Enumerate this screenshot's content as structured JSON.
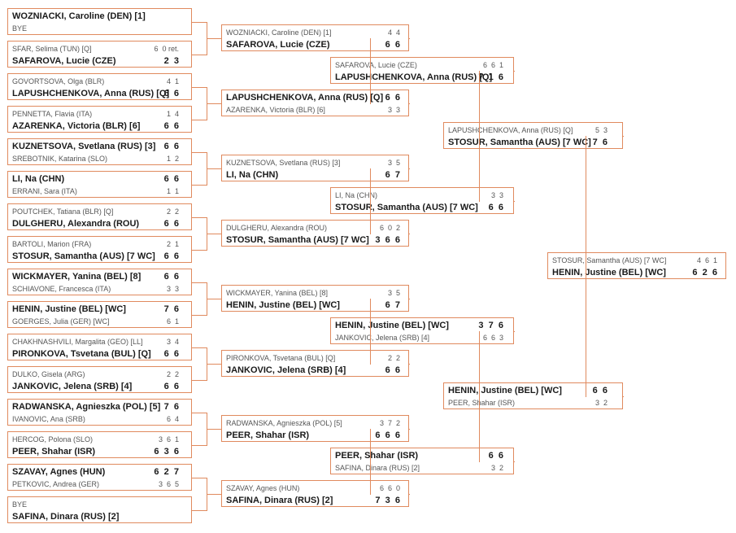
{
  "rounds": [
    {
      "matches": [
        {
          "players": [
            {
              "name": "WOZNIACKI, Caroline (DEN) [1]",
              "score": "",
              "winner": true
            },
            {
              "name": "BYE",
              "score": "",
              "winner": false
            }
          ]
        },
        {
          "players": [
            {
              "name": "SFAR, Selima (TUN) [Q]",
              "score": "6  0 ret.",
              "winner": false
            },
            {
              "name": "SAFAROVA, Lucie (CZE)",
              "score": "2  3",
              "winner": true
            }
          ]
        },
        {
          "players": [
            {
              "name": "GOVORTSOVA, Olga (BLR)",
              "score": "4  1",
              "winner": false
            },
            {
              "name": "LAPUSHCHENKOVA, Anna (RUS) [Q]",
              "score": "6  6",
              "winner": true
            }
          ]
        },
        {
          "players": [
            {
              "name": "PENNETTA, Flavia (ITA)",
              "score": "1  4",
              "winner": false
            },
            {
              "name": "AZARENKA, Victoria (BLR) [6]",
              "score": "6  6",
              "winner": true
            }
          ]
        },
        {
          "players": [
            {
              "name": "KUZNETSOVA, Svetlana (RUS) [3]",
              "score": "6  6",
              "winner": true
            },
            {
              "name": "SREBOTNIK, Katarina (SLO)",
              "score": "1  2",
              "winner": false
            }
          ]
        },
        {
          "players": [
            {
              "name": "LI, Na (CHN)",
              "score": "6  6",
              "winner": true
            },
            {
              "name": "ERRANI, Sara (ITA)",
              "score": "1  1",
              "winner": false
            }
          ]
        },
        {
          "players": [
            {
              "name": "POUTCHEK, Tatiana (BLR) [Q]",
              "score": "2  2",
              "winner": false
            },
            {
              "name": "DULGHERU, Alexandra (ROU)",
              "score": "6  6",
              "winner": true
            }
          ]
        },
        {
          "players": [
            {
              "name": "BARTOLI, Marion (FRA)",
              "score": "2  1",
              "winner": false
            },
            {
              "name": "STOSUR, Samantha (AUS) [7 WC]",
              "score": "6  6",
              "winner": true
            }
          ]
        },
        {
          "players": [
            {
              "name": "WICKMAYER, Yanina (BEL) [8]",
              "score": "6  6",
              "winner": true
            },
            {
              "name": "SCHIAVONE, Francesca (ITA)",
              "score": "3  3",
              "winner": false
            }
          ]
        },
        {
          "players": [
            {
              "name": "HENIN, Justine (BEL) [WC]",
              "score": "7  6",
              "winner": true
            },
            {
              "name": "GOERGES, Julia (GER) [WC]",
              "score": "6  1",
              "winner": false
            }
          ]
        },
        {
          "players": [
            {
              "name": "CHAKHNASHVILI, Margalita (GEO) [LL]",
              "score": "3  4",
              "winner": false
            },
            {
              "name": "PIRONKOVA, Tsvetana (BUL) [Q]",
              "score": "6  6",
              "winner": true
            }
          ]
        },
        {
          "players": [
            {
              "name": "DULKO, Gisela (ARG)",
              "score": "2  2",
              "winner": false
            },
            {
              "name": "JANKOVIC, Jelena (SRB) [4]",
              "score": "6  6",
              "winner": true
            }
          ]
        },
        {
          "players": [
            {
              "name": "RADWANSKA, Agnieszka (POL) [5]",
              "score": "7  6",
              "winner": true
            },
            {
              "name": "IVANOVIC, Ana (SRB)",
              "score": "6  4",
              "winner": false
            }
          ]
        },
        {
          "players": [
            {
              "name": "HERCOG, Polona (SLO)",
              "score": "3  6  1",
              "winner": false
            },
            {
              "name": "PEER, Shahar (ISR)",
              "score": "6  3  6",
              "winner": true
            }
          ]
        },
        {
          "players": [
            {
              "name": "SZAVAY, Agnes (HUN)",
              "score": "6  2  7",
              "winner": true
            },
            {
              "name": "PETKOVIC, Andrea (GER)",
              "score": "3  6  5",
              "winner": false
            }
          ]
        },
        {
          "players": [
            {
              "name": "BYE",
              "score": "",
              "winner": false
            },
            {
              "name": "SAFINA, Dinara (RUS) [2]",
              "score": "",
              "winner": true
            }
          ]
        }
      ]
    },
    {
      "matches": [
        {
          "players": [
            {
              "name": "WOZNIACKI, Caroline (DEN) [1]",
              "score": "4  4",
              "winner": false
            },
            {
              "name": "SAFAROVA, Lucie (CZE)",
              "score": "6  6",
              "winner": true
            }
          ]
        },
        {
          "players": [
            {
              "name": "LAPUSHCHENKOVA, Anna (RUS) [Q]",
              "score": "6  6",
              "winner": true
            },
            {
              "name": "AZARENKA, Victoria (BLR) [6]",
              "score": "3  3",
              "winner": false
            }
          ]
        },
        {
          "players": [
            {
              "name": "KUZNETSOVA, Svetlana (RUS) [3]",
              "score": "3  5",
              "winner": false
            },
            {
              "name": "LI, Na (CHN)",
              "score": "6  7",
              "winner": true
            }
          ]
        },
        {
          "players": [
            {
              "name": "DULGHERU, Alexandra (ROU)",
              "score": "6  0  2",
              "winner": false
            },
            {
              "name": "STOSUR, Samantha (AUS) [7 WC]",
              "score": "3  6  6",
              "winner": true
            }
          ]
        },
        {
          "players": [
            {
              "name": "WICKMAYER, Yanina (BEL) [8]",
              "score": "3  5",
              "winner": false
            },
            {
              "name": "HENIN, Justine (BEL) [WC]",
              "score": "6  7",
              "winner": true
            }
          ]
        },
        {
          "players": [
            {
              "name": "PIRONKOVA, Tsvetana (BUL) [Q]",
              "score": "2  2",
              "winner": false
            },
            {
              "name": "JANKOVIC, Jelena (SRB) [4]",
              "score": "6  6",
              "winner": true
            }
          ]
        },
        {
          "players": [
            {
              "name": "RADWANSKA, Agnieszka (POL) [5]",
              "score": "3  7  2",
              "winner": false
            },
            {
              "name": "PEER, Shahar (ISR)",
              "score": "6  6  6",
              "winner": true
            }
          ]
        },
        {
          "players": [
            {
              "name": "SZAVAY, Agnes (HUN)",
              "score": "6  6  0",
              "winner": false
            },
            {
              "name": "SAFINA, Dinara (RUS) [2]",
              "score": "7  3  6",
              "winner": true
            }
          ]
        }
      ]
    },
    {
      "matches": [
        {
          "players": [
            {
              "name": "SAFAROVA, Lucie (CZE)",
              "score": "6  6  1",
              "winner": false
            },
            {
              "name": "LAPUSHCHENKOVA, Anna (RUS) [Q]",
              "score": "7  1  6",
              "winner": true
            }
          ]
        },
        {
          "players": [
            {
              "name": "LI, Na (CHN)",
              "score": "3  3",
              "winner": false
            },
            {
              "name": "STOSUR, Samantha (AUS) [7 WC]",
              "score": "6  6",
              "winner": true
            }
          ]
        },
        {
          "players": [
            {
              "name": "HENIN, Justine (BEL) [WC]",
              "score": "3  7  6",
              "winner": true
            },
            {
              "name": "JANKOVIC, Jelena (SRB) [4]",
              "score": "6  6  3",
              "winner": false
            }
          ]
        },
        {
          "players": [
            {
              "name": "PEER, Shahar (ISR)",
              "score": "6  6",
              "winner": true
            },
            {
              "name": "SAFINA, Dinara (RUS) [2]",
              "score": "3  2",
              "winner": false
            }
          ]
        }
      ]
    },
    {
      "matches": [
        {
          "players": [
            {
              "name": "LAPUSHCHENKOVA, Anna (RUS) [Q]",
              "score": "5  3",
              "winner": false
            },
            {
              "name": "STOSUR, Samantha (AUS) [7 WC]",
              "score": "7  6",
              "winner": true
            }
          ]
        },
        {
          "players": [
            {
              "name": "HENIN, Justine (BEL) [WC]",
              "score": "6  6",
              "winner": true
            },
            {
              "name": "PEER, Shahar (ISR)",
              "score": "3  2",
              "winner": false
            }
          ]
        }
      ]
    },
    {
      "matches": [
        {
          "players": [
            {
              "name": "STOSUR, Samantha (AUS) [7 WC]",
              "score": "4  6  1",
              "winner": false
            },
            {
              "name": "HENIN, Justine (BEL) [WC]",
              "score": "6  2  6",
              "winner": true
            }
          ]
        }
      ]
    }
  ],
  "colors": {
    "box_border": "#e08a5e",
    "connector": "#e08a5e"
  }
}
